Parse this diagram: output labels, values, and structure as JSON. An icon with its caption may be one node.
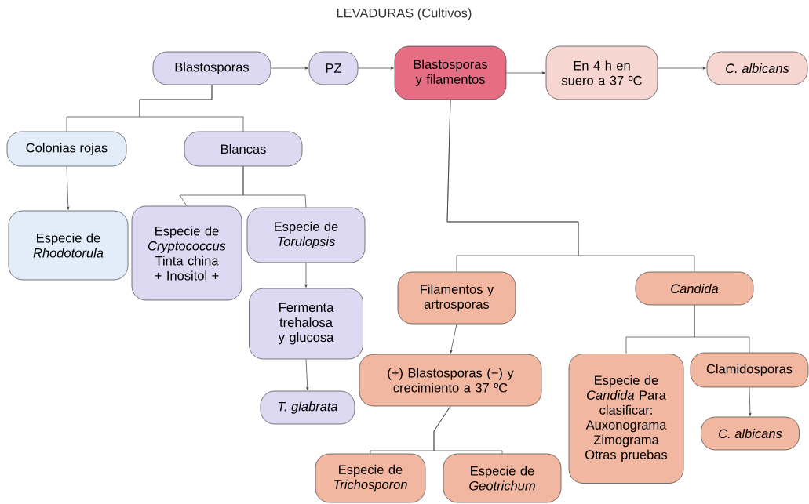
{
  "diagram": {
    "title": "LEVADURAS (Cultivos)",
    "nodes": [
      {
        "text": [
          "Blastosporas"
        ]
      },
      {
        "text": [
          "PZ"
        ]
      },
      {
        "text": [
          "Blastosporas y filamentos"
        ]
      },
      {
        "text": [
          "En 4 h en suero a 37 ºC"
        ]
      },
      {
        "text": [
          "C. albicans"
        ]
      },
      {
        "text": [
          "Colonias rojas"
        ]
      },
      {
        "text": [
          "Blancas"
        ]
      },
      {
        "text": [
          "Especie de *Rhodotorula*"
        ]
      },
      {
        "text": [
          "Especie de *Cryptococcus* Tinta china + Inositol +"
        ]
      },
      {
        "text": [
          "Especie de *Torulopsis*"
        ]
      },
      {
        "text": [
          "Fermenta trehalosa y glucosa"
        ]
      },
      {
        "text": [
          "T. glabrata"
        ]
      },
      {
        "text": [
          "Filamentos y artrosporas"
        ]
      },
      {
        "text": [
          "Candida"
        ]
      },
      {
        "text": [
          "(+) Blastosporas (−) y crecimiento a 37 ºC"
        ]
      },
      {
        "text": [
          "Especie de *Candida* Para clasificar: Auxonograma Zimograma Otras pruebas"
        ]
      },
      {
        "text": [
          "Clamidosporas"
        ]
      },
      {
        "text": [
          "C. albicans"
        ]
      },
      {
        "text": [
          "Especie de *Trichosporon*"
        ]
      },
      {
        "text": [
          "Especie de *Geotrichum*"
        ]
      }
    ],
    "edges": [
      {
        "from": 0,
        "to": 1,
        "arrow": "to"
      },
      {
        "from": 1,
        "to": 2,
        "arrow": "to"
      },
      {
        "from": 2,
        "to": 3,
        "arrow": "to"
      },
      {
        "from": 3,
        "to": 4,
        "arrow": "to"
      },
      {
        "from": 0,
        "to": 5,
        "arrow": "none"
      },
      {
        "from": 0,
        "to": 6,
        "arrow": "none"
      },
      {
        "from": 5,
        "to": 7,
        "arrow": "to"
      },
      {
        "from": 6,
        "to": 8,
        "arrow": "none"
      },
      {
        "from": 6,
        "to": 9,
        "arrow": "none"
      },
      {
        "from": 9,
        "to": 10,
        "arrow": "to"
      },
      {
        "from": 10,
        "to": 11,
        "arrow": "to"
      },
      {
        "from": 2,
        "to": 12,
        "arrow": "none"
      },
      {
        "from": 2,
        "to": 13,
        "arrow": "none"
      },
      {
        "from": 12,
        "to": 14,
        "arrow": "to"
      },
      {
        "from": 14,
        "to": 18,
        "arrow": "none"
      },
      {
        "from": 14,
        "to": 19,
        "arrow": "none"
      },
      {
        "from": 13,
        "to": 15,
        "arrow": "none"
      },
      {
        "from": 13,
        "to": 16,
        "arrow": "none"
      },
      {
        "from": 16,
        "to": 17,
        "arrow": "to"
      }
    ]
  }
}
